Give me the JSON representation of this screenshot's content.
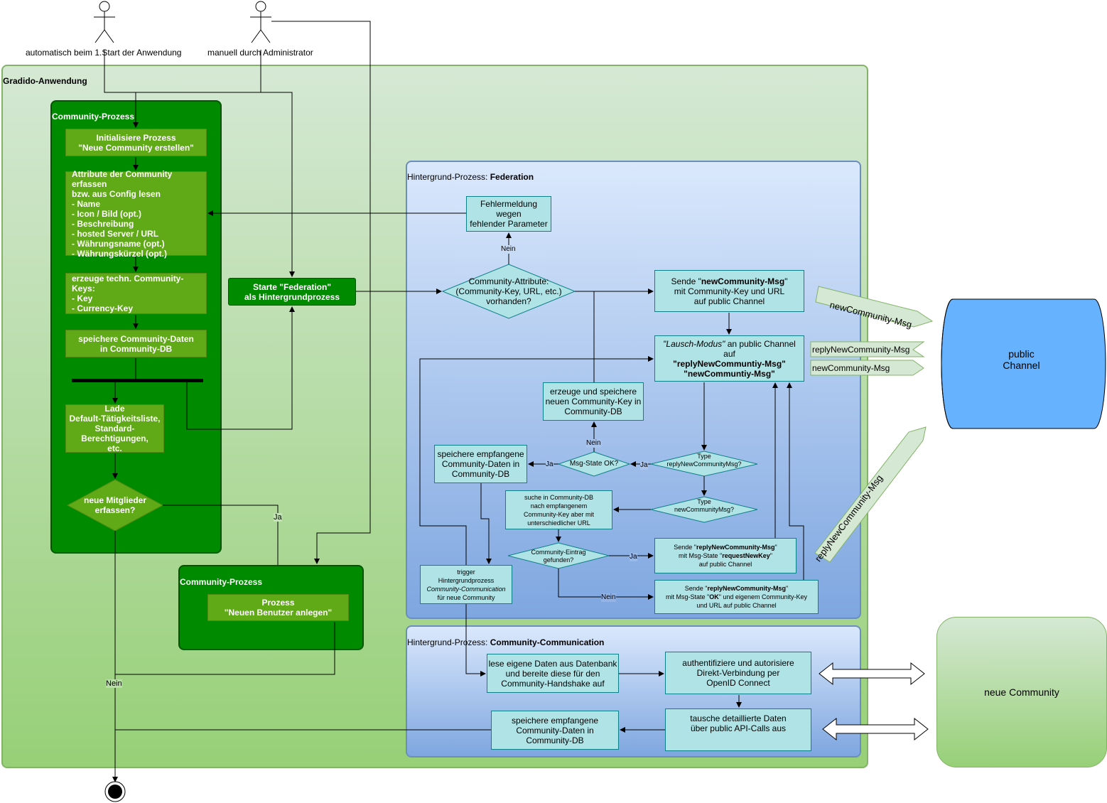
{
  "actors": {
    "auto_label": "automatisch beim 1.Start der Anwendung",
    "manual_label": "manuell durch Administrator"
  },
  "app": {
    "title": "Gradido-Anwendung"
  },
  "community_process": {
    "title": "Community-Prozess",
    "init": "Initialisiere Prozess\n\"Neue Community erstellen\"",
    "attributes": "Attribute der Community erfassen\nbzw. aus Config lesen\n- Name\n- Icon / Bild (opt.)\n- Beschreibung\n- hosted Server / URL\n- Währungsname (opt.)\n- Währungskürzel (opt.)",
    "keys": "erzeuge techn. Community-Keys:\n- Key\n- Currency-Key",
    "save": "speichere Community-Daten\nin Community-DB",
    "load": "Lade\nDefault-Tätigkeitsliste,\nStandard-Berechtigungen,\netc.",
    "decision": "neue Mitglieder\nerfassen?",
    "yes": "Ja",
    "no": "Nein"
  },
  "start_federation": "Starte \"Federation\"\nals Hintergrundprozess",
  "user_process": {
    "title": "Community-Prozess",
    "process": "Prozess\n\"Neuen Benutzer anlegen\""
  },
  "federation": {
    "title_prefix": "Hintergrund-Prozess: ",
    "title_bold": "Federation",
    "error": "Fehlermeldung\nwegen\nfehlender Parameter",
    "no_label": "Nein",
    "attr_decision": "Community-Attribute:\n(Community-Key, URL, etc.)\nvorhanden?",
    "send_new_a": "Sende \"",
    "send_new_b": "newCommunity-Msg",
    "send_new_c": "\"\nmit Community-Key und URL\nauf public Channel",
    "listen_a": "\"Lausch-Modus\"",
    "listen_b": " an public Channel\nauf\n",
    "listen_c": "\"replyNewCommuntiy-Msg\"\n\"newCommuntiy-Msg\"",
    "generate": "erzeuge und speichere\nneuen Community-Key in\nCommunity-DB",
    "nein2": "Nein",
    "save_received": "speichere empfangene\nCommunity-Daten in\nCommunity-DB",
    "ja1": "Ja",
    "msg_state": "Msg-State OK?",
    "ja2": "Ja",
    "type_reply": "Type\nreplyNewCommunityMsg?",
    "type_new": "Type\nnewCommunityMsg?",
    "search": "suche in Community-DB\nnach empfangenem\nCommunity-Key aber mit\nunterschiedlicher URL",
    "entry_found": "Community-Eintrag\ngefunden?",
    "ja3": "Ja",
    "nein3": "Nein",
    "reply_request_a": "Sende \"",
    "reply_request_b": "replyNewCommunity-Msg",
    "reply_request_c": "\"\nmit Msg-State \"",
    "reply_request_d": "requestNewKey",
    "reply_request_e": "\"\nauf public Channel",
    "reply_ok_a": "Sende \"",
    "reply_ok_b": "replyNewCommunity-Msg",
    "reply_ok_c": "\"\nmit Msg-State \"",
    "reply_ok_d": "OK",
    "reply_ok_e": "\" und eigenem Community-Key\nund URL auf public Channel",
    "trigger_a": "trigger\nHintergrundprozess\n",
    "trigger_b": "Community-Communication",
    "trigger_c": "\nfür neue Community"
  },
  "communication": {
    "title_prefix": "Hintergrund-Prozess: ",
    "title_bold": "Community-Communication",
    "read": "lese eigene Daten aus Datenbank\nund bereite diese für den\nCommunity-Handshake auf",
    "auth": "authentifiziere und autorisiere\nDirekt-Verbindung per\nOpenID Connect",
    "exchange": "tausche detaillierte Daten\nüber public API-Calls aus",
    "save": "speichere empfangene\nCommunity-Daten in\nCommunity-DB"
  },
  "channel": {
    "label": "public\nChannel",
    "msg_new_out": "newCommunity-Msg",
    "msg_reply_in": "replyNewCommunity-Msg",
    "msg_new_in": "newCommunity-Msg",
    "msg_reply_out": "replyNewCommunity-Msg"
  },
  "new_community": {
    "label": "neue Community"
  },
  "colors": {
    "app_bg_top": "#d5e8d4",
    "app_bg_bottom": "#97d077",
    "process_green": "#008a00",
    "node_green": "#60a917",
    "cyan": "#b0e3e6",
    "blue_top": "#dae8fc",
    "blue_bottom": "#7ea6e0",
    "channel_blue": "#66b2ff"
  }
}
